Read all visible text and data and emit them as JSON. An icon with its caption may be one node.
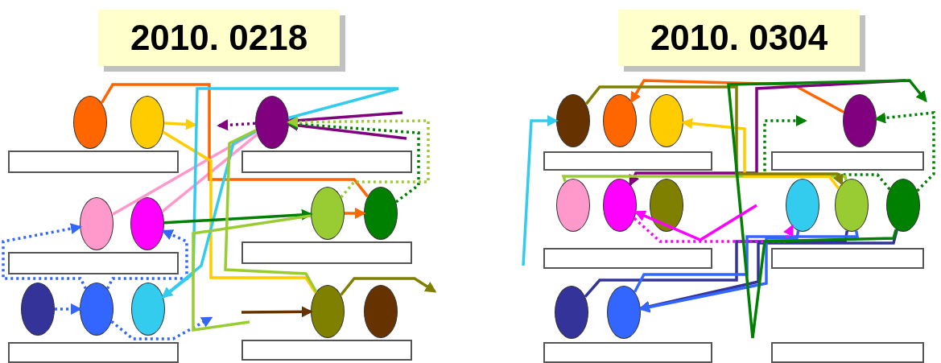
{
  "diagram": {
    "nodes": [
      {
        "text": [
          "2010. 0218"
        ]
      },
      {
        "text": [
          "2010. 0304"
        ]
      },
      {
        "text": [],
        "shape": "circle"
      },
      {
        "text": [],
        "shape": "circle"
      },
      {
        "text": [],
        "shape": "circle"
      },
      {
        "text": [],
        "shape": "circle"
      },
      {
        "text": [],
        "shape": "circle"
      },
      {
        "text": [],
        "shape": "circle"
      },
      {
        "text": [],
        "shape": "circle"
      },
      {
        "text": [],
        "shape": "circle"
      },
      {
        "text": [],
        "shape": "circle"
      },
      {
        "text": [],
        "shape": "circle"
      },
      {
        "text": [],
        "shape": "circle"
      },
      {
        "text": [],
        "shape": "circle"
      },
      {
        "text": [],
        "shape": "box"
      },
      {
        "text": [],
        "shape": "box"
      },
      {
        "text": [],
        "shape": "box"
      },
      {
        "text": [],
        "shape": "box"
      },
      {
        "text": [],
        "shape": "box"
      },
      {
        "text": [],
        "shape": "box"
      },
      {
        "text": [],
        "shape": "circle"
      },
      {
        "text": [],
        "shape": "circle"
      },
      {
        "text": [],
        "shape": "circle"
      },
      {
        "text": [],
        "shape": "circle"
      },
      {
        "text": [],
        "shape": "circle"
      },
      {
        "text": [],
        "shape": "circle"
      },
      {
        "text": [],
        "shape": "circle"
      },
      {
        "text": [],
        "shape": "circle"
      },
      {
        "text": [],
        "shape": "circle"
      },
      {
        "text": [],
        "shape": "circle"
      },
      {
        "text": [],
        "shape": "circle"
      },
      {
        "text": [],
        "shape": "circle"
      },
      {
        "text": [],
        "shape": "box"
      },
      {
        "text": [],
        "shape": "box"
      },
      {
        "text": [],
        "shape": "box"
      },
      {
        "text": [],
        "shape": "box"
      },
      {
        "text": [],
        "shape": "box"
      },
      {
        "text": [],
        "shape": "box"
      }
    ],
    "edges": [
      {
        "from": 9,
        "to": 10,
        "arrow": "to",
        "style": "dashed",
        "color": "#3366ff"
      },
      {
        "from": 10,
        "to": 5,
        "arrow": "to",
        "style": "dashed",
        "color": "#3366ff"
      },
      {
        "from": 10,
        "to": 6,
        "arrow": "to",
        "style": "dashed",
        "color": "#3366ff"
      },
      {
        "from": 10,
        "to": null,
        "arrow": "to",
        "style": "dashed",
        "color": "#3366ff"
      },
      {
        "from": 5,
        "to": 4,
        "arrow": "none",
        "color": "#ff99cc"
      },
      {
        "from": 6,
        "to": 4,
        "arrow": "none",
        "color": "#ff99cc"
      },
      {
        "from": 4,
        "to": null,
        "arrow": "to",
        "style": "dashed",
        "color": "#800080"
      },
      {
        "from": null,
        "to": 4,
        "arrow": "to",
        "color": "#800080"
      },
      {
        "from": null,
        "to": 4,
        "arrow": "to",
        "color": "#800080"
      },
      {
        "from": 2,
        "to": 8,
        "arrow": "none",
        "color": "#ff6600"
      },
      {
        "from": 7,
        "to": 8,
        "arrow": "to",
        "color": "#ff6600"
      },
      {
        "from": 3,
        "to": 12,
        "arrow": "none",
        "color": "#ffcc00"
      },
      {
        "from": 3,
        "to": null,
        "arrow": "to",
        "color": "#ffcc00"
      },
      {
        "from": 11,
        "to": 4,
        "arrow": "none",
        "color": "#33ccee"
      },
      {
        "from": 4,
        "to": 11,
        "arrow": "to",
        "color": "#33ccee"
      },
      {
        "from": 8,
        "to": 4,
        "arrow": "to",
        "style": "dashed",
        "color": "#008000"
      },
      {
        "from": 7,
        "to": 4,
        "arrow": "to",
        "style": "dashed",
        "color": "#99cc33"
      },
      {
        "from": 6,
        "to": 7,
        "arrow": "to",
        "color": "#008000"
      },
      {
        "from": 4,
        "to": 12,
        "arrow": "none",
        "color": "#99cc33"
      },
      {
        "from": 7,
        "to": null,
        "arrow": "none",
        "color": "#99cc33"
      },
      {
        "from": null,
        "to": 12,
        "arrow": "to",
        "color": "#663300"
      },
      {
        "from": 12,
        "to": null,
        "arrow": "to",
        "color": "#808000"
      },
      {
        "from": 30,
        "to": 28,
        "arrow": "none",
        "color": "#333399"
      },
      {
        "from": 31,
        "to": 28,
        "arrow": "none",
        "color": "#3366ff"
      },
      {
        "from": 29,
        "to": 31,
        "arrow": "to",
        "color": "#333399"
      },
      {
        "from": 27,
        "to": 31,
        "arrow": "to",
        "color": "#3366ff"
      },
      {
        "from": null,
        "to": 20,
        "arrow": "to",
        "color": "#33ccee"
      },
      {
        "from": 23,
        "to": 21,
        "arrow": "to",
        "color": "#ff6600"
      },
      {
        "from": null,
        "to": 25,
        "arrow": "to",
        "color": "#800080"
      },
      {
        "from": 29,
        "to": 23,
        "arrow": "to",
        "style": "dashed",
        "color": "#008000"
      },
      {
        "from": 29,
        "to": null,
        "arrow": "to",
        "style": "dashed",
        "color": "#008000"
      },
      {
        "from": 25,
        "to": 27,
        "arrow": "to",
        "style": "dashed",
        "color": "#ff00ff"
      },
      {
        "from": 28,
        "to": 24,
        "arrow": "none",
        "color": "#99cc33"
      },
      {
        "from": 28,
        "to": 22,
        "arrow": "to",
        "color": "#ffcc00"
      },
      {
        "from": 20,
        "to": 28,
        "arrow": "to",
        "color": "#808000"
      },
      {
        "from": 29,
        "to": null,
        "arrow": "to",
        "color": "#008000"
      },
      {
        "from": null,
        "to": 25,
        "arrow": "to",
        "color": "#ff00ff"
      }
    ]
  }
}
